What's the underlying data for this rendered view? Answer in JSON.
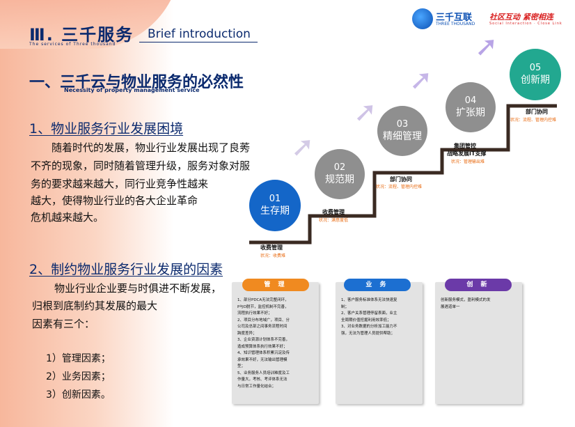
{
  "header": {
    "title_cn": "Ⅲ. 三千服务",
    "title_en": "Brief introduction",
    "subtitle_en": "The services of Three thousand"
  },
  "logo": {
    "name": "三千互联",
    "name_en": "THREE THOUSAND",
    "slogan": "社区互动  紧密相连",
    "slogan_sub": "Social Interaction · Close Link"
  },
  "section1": {
    "title": "一、三千云与物业服务的必然性",
    "subtitle": "Necessity of property management service"
  },
  "dilemma": {
    "heading": "1、物业服务行业发展困境",
    "lines": [
      "随着时代的发展，物业行业发展出现了良莠",
      "不齐的现象，同时随着管理升级，服务对象对服",
      "务的要求越来越大，同行业竞争性越来",
      "越大，使得物业行业的各大企业革命",
      "危机越来越大。"
    ]
  },
  "factors": {
    "heading": "2、制约物业服务行业发展的因素",
    "lines": [
      "物业行业企业要与时俱进不断发展，",
      "归根到底制约其发展的最大",
      "因素有三个："
    ],
    "items": [
      "1）管理因素；",
      "2）业务因素；",
      "3）创新因素。"
    ]
  },
  "stages": [
    {
      "num": "01",
      "name": "生存期",
      "color": "#1466c8"
    },
    {
      "num": "02",
      "name": "规范期",
      "color": "#8f8f8f"
    },
    {
      "num": "03",
      "name": "精细管理",
      "color": "#8f8f8f"
    },
    {
      "num": "04",
      "name": "扩张期",
      "color": "#8f8f8f"
    },
    {
      "num": "05",
      "name": "创新期",
      "color": "#22a890"
    }
  ],
  "steps": [
    {
      "title": "收费管理",
      "note": "状况：收费难"
    },
    {
      "title": "收费管理",
      "note": "状况：满意度低"
    },
    {
      "title": "部门协同",
      "note": "状况：流程、管理内控难"
    },
    {
      "title": "集团管控",
      "title2": "战略发展IT支撑",
      "note": "状况：管理输出难"
    },
    {
      "title": "部门协同",
      "note": "状况：流程、管理内控难"
    }
  ],
  "panels": [
    {
      "head": "管 理",
      "color": "#f08a20",
      "text": [
        "1、部分PDCA无法完整闭环，",
        "P与D脱节，监控机制不完善，",
        "流程执行效果不好；",
        "2、项目分布地域广，项目、分",
        "公司及总部之间事务流程时间",
        "跨度差异；",
        "3、企业资源计划体系不完善，",
        "造成预算体系执行效果不好；",
        "4、知识管理体系积累沉淀及传",
        "承效果不好，无法输出管理模",
        "型；",
        "5、业务服务人员培训难度及工",
        "作量大，考核、考评体系无法",
        "与日常工作量化结合；"
      ]
    },
    {
      "head": "业 务",
      "color": "#1c6fd1",
      "text": [
        "1、客户服务标准体系无法快速复",
        "制；",
        "2、客户关系管理停留表面，业主",
        "全周期价值挖掘利用效率低；",
        "3、对业务数据的分析加工能力不",
        "强，无法为管理人员提供帮助；"
      ]
    },
    {
      "head": "创 新",
      "color": "#6b3aa8",
      "text": [
        "创新服务模式，盈利模式的发",
        "展遇道单一"
      ]
    }
  ]
}
